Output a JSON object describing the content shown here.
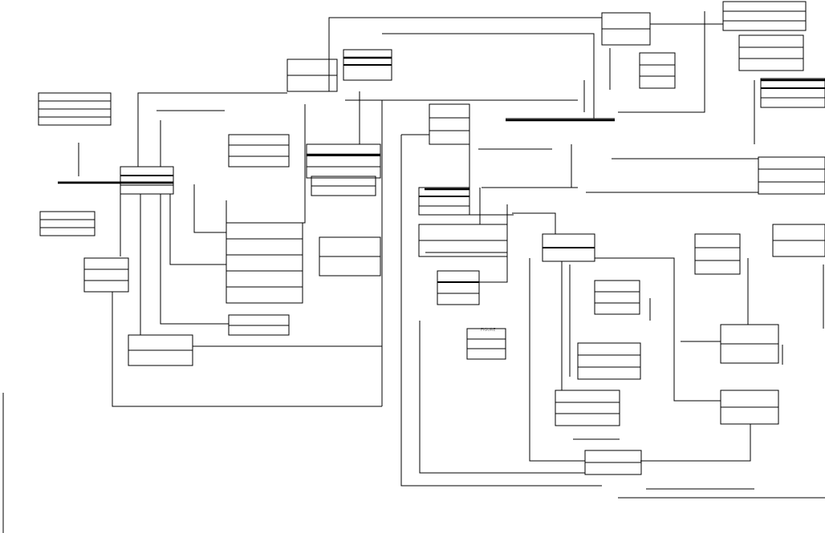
{
  "diagram": {
    "kind": "entity-relationship schema (unlabeled, low resolution)",
    "tables": [
      {
        "id": "t01"
      },
      {
        "id": "t02"
      },
      {
        "id": "t03"
      },
      {
        "id": "t04"
      },
      {
        "id": "t05"
      },
      {
        "id": "t06"
      },
      {
        "id": "t07"
      },
      {
        "id": "t08"
      },
      {
        "id": "t09"
      },
      {
        "id": "t10"
      },
      {
        "id": "t11"
      },
      {
        "id": "t12"
      },
      {
        "id": "t13"
      },
      {
        "id": "t14"
      },
      {
        "id": "t15"
      },
      {
        "id": "t16"
      },
      {
        "id": "t17"
      },
      {
        "id": "t18"
      },
      {
        "id": "t19"
      },
      {
        "id": "t20"
      },
      {
        "id": "t21"
      },
      {
        "id": "t22"
      },
      {
        "id": "t23"
      },
      {
        "id": "t24"
      },
      {
        "id": "t25"
      },
      {
        "id": "t26"
      },
      {
        "id": "t27"
      },
      {
        "id": "t28"
      },
      {
        "id": "t29"
      },
      {
        "id": "t30"
      },
      {
        "id": "t31"
      },
      {
        "id": "t32"
      },
      {
        "id": "t33"
      },
      {
        "id": "t34"
      },
      {
        "id": "t35"
      },
      {
        "id": "t36"
      },
      {
        "id": "t37"
      }
    ],
    "faint_label": "FIGURE"
  },
  "colors": {
    "line": "#000000",
    "background": "#ffffff"
  }
}
